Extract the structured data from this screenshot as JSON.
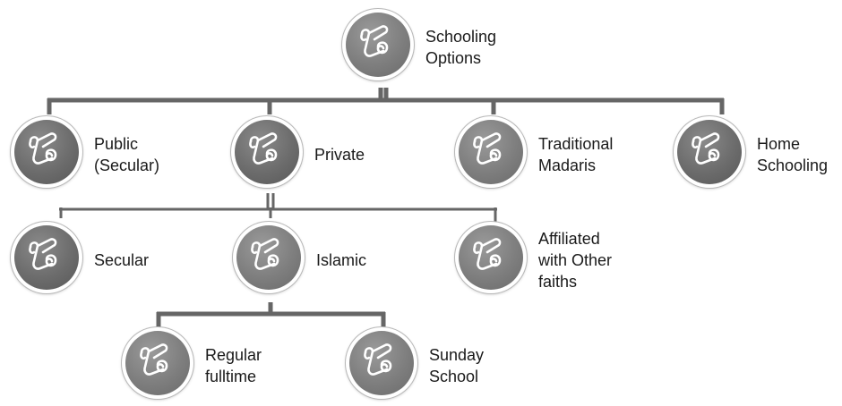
{
  "diagram": {
    "root": {
      "label": "Schooling\nOptions",
      "icon": "scroll-icon"
    },
    "level1": [
      {
        "label": "Public\n(Secular)",
        "icon": "scroll-icon"
      },
      {
        "label": "Private",
        "icon": "scroll-icon"
      },
      {
        "label": "Traditional\nMadaris",
        "icon": "scroll-icon"
      },
      {
        "label": "Home\nSchooling",
        "icon": "scroll-icon"
      }
    ],
    "level2": [
      {
        "label": "Secular",
        "icon": "scroll-icon"
      },
      {
        "label": "Islamic",
        "icon": "scroll-icon"
      },
      {
        "label": "Affiliated\nwith Other\nfaiths",
        "icon": "scroll-icon"
      }
    ],
    "level3": [
      {
        "label": "Regular\nfulltime",
        "icon": "scroll-icon"
      },
      {
        "label": "Sunday\nSchool",
        "icon": "scroll-icon"
      }
    ]
  },
  "colors": {
    "connector": "#666666",
    "node_fill": "#7e7e7e",
    "node_ring": "#ffffff",
    "text": "#1a1a1a"
  }
}
